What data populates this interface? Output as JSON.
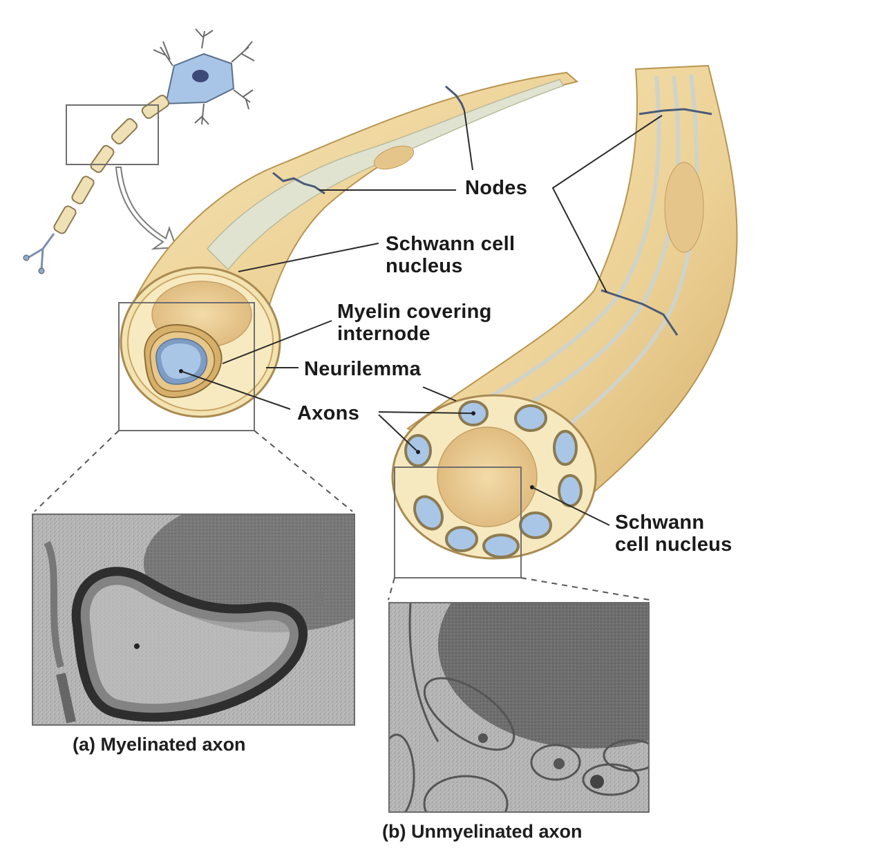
{
  "figure": {
    "labels": {
      "nodes": "Nodes",
      "schwann_nucleus_top": "Schwann cell\nnucleus",
      "myelin_covering": "Myelin covering\ninternode",
      "neurilemma": "Neurilemma",
      "axons": "Axons",
      "schwann_nucleus_right": "Schwann\ncell nucleus"
    },
    "panels": [
      {
        "id": "a",
        "caption": "(a) Myelinated axon"
      },
      {
        "id": "b",
        "caption": "(b) Unmyelinated axon"
      }
    ],
    "colors": {
      "myelin": "#efd7a0",
      "myelin_dark": "#c9a566",
      "axon": "#a9c6e6",
      "axon_dark": "#6f8fb8",
      "neuron_body": "#a8c5e8",
      "nucleus": "#e8c98c",
      "node": "#4a5a78",
      "em_dark": "#3a3a3a",
      "em_light": "#c9c9c9"
    }
  }
}
